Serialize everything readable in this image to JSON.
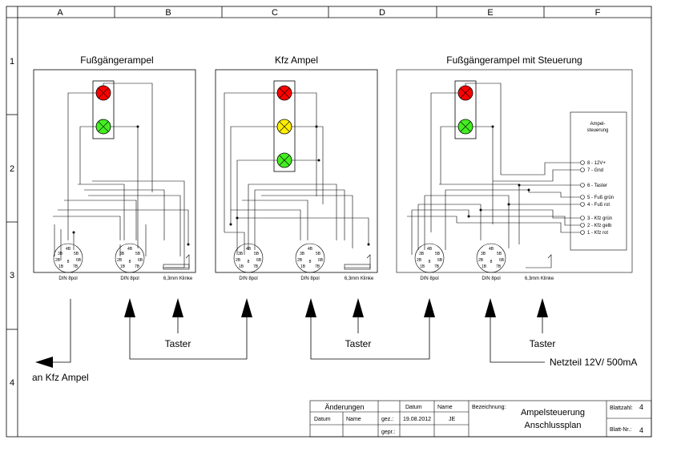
{
  "frame": {
    "columns": [
      "A",
      "B",
      "C",
      "D",
      "E",
      "F"
    ],
    "rows": [
      "1",
      "2",
      "3",
      "4"
    ]
  },
  "panels": [
    {
      "title": "Fußgängerampel",
      "connector_1_label": "DIN 8pol",
      "connector_2_label": "DIN 8pol",
      "jack_label": "6,3mm Klinke"
    },
    {
      "title": "Kfz Ampel",
      "connector_1_label": "DIN 8pol",
      "connector_2_label": "DIN 8pol",
      "jack_label": "6,3mm Klinke"
    },
    {
      "title": "Fußgängerampel mit Steuerung",
      "connector_1_label": "DIN 8pol",
      "connector_2_label": "DIN 8pol",
      "jack_label": "6,3mm Klinke"
    }
  ],
  "din_pins": [
    "4B",
    "3B",
    "5B",
    "2B",
    "6B",
    "1B",
    "8",
    "7B"
  ],
  "controller": {
    "title_line1": "Ampel-",
    "title_line2": "steuerung",
    "terminals": [
      "8 - 12V+",
      "7 - Gnd",
      "6 - Taster",
      "5 - Fuß grün",
      "4 - Fuß rot",
      "3 - Kfz grün",
      "2 - Kfz gelb",
      "1 - Kfz rot"
    ]
  },
  "annotations": {
    "to_car_light": "an Kfz Ampel",
    "button_1": "Taster",
    "button_2": "Taster",
    "button_3": "Taster",
    "power_supply": "Netzteil 12V/ 500mA"
  },
  "title_block": {
    "changes_header": "Änderungen",
    "col_datum": "Datum",
    "col_name": "Name",
    "hdr_datum": "Datum",
    "hdr_name": "Name",
    "gez_label": "gez.:",
    "gez_date": "19.08.2012",
    "gez_name": "JE",
    "gepr_label": "gepr.:",
    "bezeichnung_label": "Bezeichnung:",
    "designation_line1": "Ampelsteuerung",
    "designation_line2": "Anschlussplan",
    "blattzahl_label": "Blattzahl:",
    "blattzahl_value": "4",
    "blattnr_label": "Blatt-Nr.:",
    "blattnr_value": "4"
  },
  "colors": {
    "red": "#ff0000",
    "yellow": "#ffee00",
    "green": "#44ee22"
  }
}
